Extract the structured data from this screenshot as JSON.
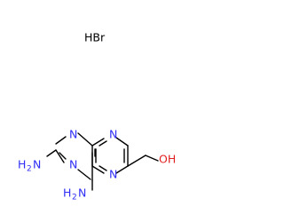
{
  "labels": {
    "hbr": "HBr",
    "n_top_left": "N",
    "n_mid_left": "N",
    "n_top_right": "N",
    "n_bottom_right": "N",
    "nh2_left_text": "H",
    "nh2_left_sub": "2",
    "nh2_left_n": "N",
    "nh2_bottom_text": "H",
    "nh2_bottom_sub": "2",
    "nh2_bottom_n": "N",
    "oh": "OH"
  },
  "colors": {
    "nitrogen": "#2e2ef5",
    "oxygen": "#e22222",
    "bond": "#000000"
  }
}
